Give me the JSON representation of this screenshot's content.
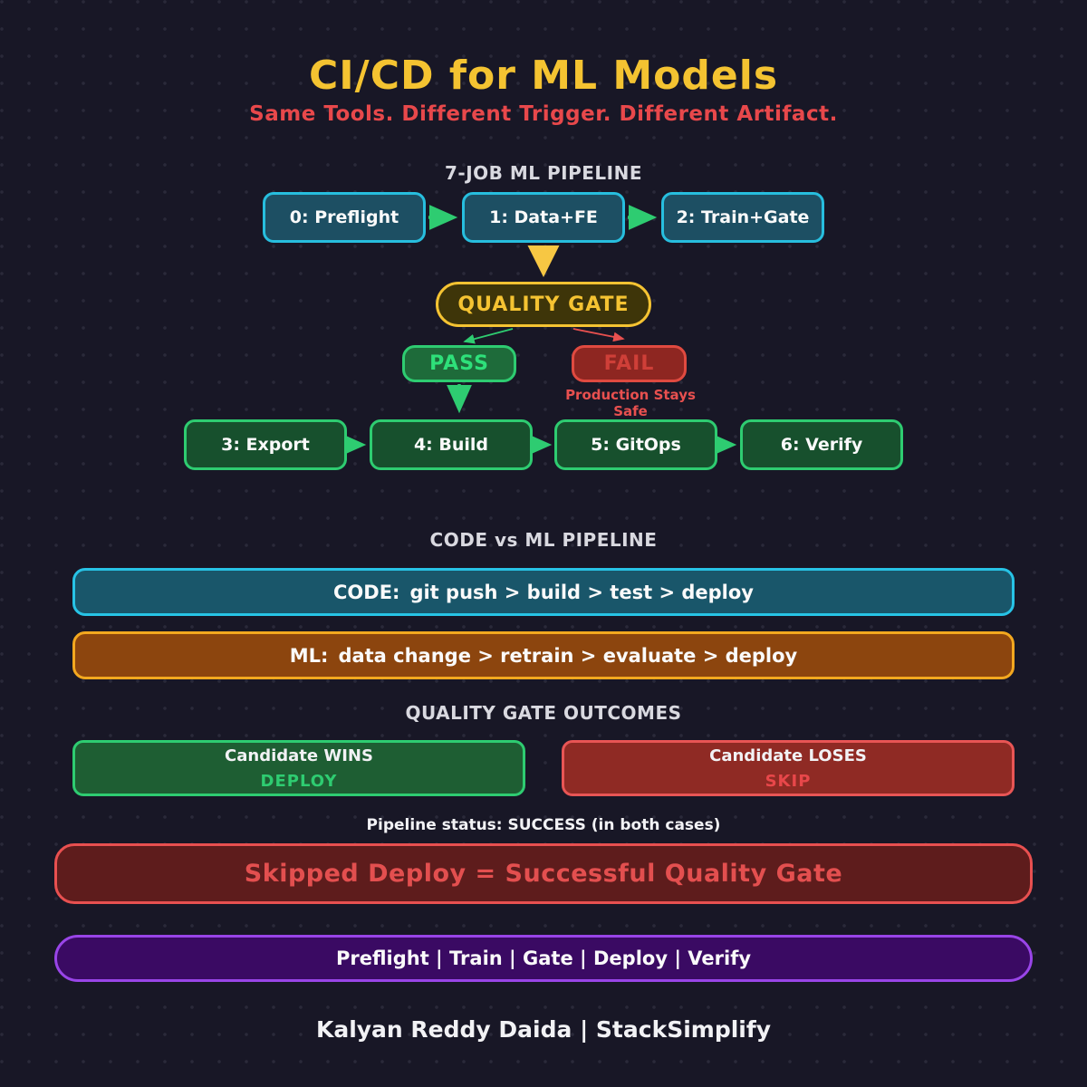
{
  "page": {
    "title": "CI/CD for ML Models",
    "subtitle": "Same Tools. Different Trigger. Different Artifact."
  },
  "pipeline": {
    "heading": "7-JOB ML PIPELINE",
    "top_jobs": [
      {
        "label": "0: Preflight"
      },
      {
        "label": "1: Data+FE"
      },
      {
        "label": "2: Train+Gate"
      }
    ],
    "gate": {
      "label": "QUALITY GATE"
    },
    "pass": {
      "label": "PASS"
    },
    "fail": {
      "label": "FAIL",
      "note": "Production Stays Safe"
    },
    "bottom_jobs": [
      {
        "label": "3: Export"
      },
      {
        "label": "4: Build"
      },
      {
        "label": "5: GitOps"
      },
      {
        "label": "6: Verify"
      }
    ]
  },
  "comparison": {
    "heading": "CODE vs ML PIPELINE",
    "code": {
      "prefix": "CODE:",
      "steps": "git push > build > test > deploy"
    },
    "ml": {
      "prefix": "ML:",
      "steps": "data change > retrain > evaluate > deploy"
    }
  },
  "outcomes": {
    "heading": "QUALITY GATE OUTCOMES",
    "wins": {
      "title": "Candidate WINS",
      "action": "DEPLOY"
    },
    "loses": {
      "title": "Candidate LOSES",
      "action": "SKIP"
    },
    "status_note": "Pipeline status: SUCCESS (in both cases)",
    "banner": "Skipped Deploy = Successful Quality Gate"
  },
  "summary": {
    "stages": "Preflight  |  Train  |  Gate  |  Deploy  |  Verify"
  },
  "footer": {
    "credit": "Kalyan Reddy Daida  |  StackSimplify"
  },
  "colors": {
    "background": "#181726",
    "title_yellow": "#f4c331",
    "accent_red": "#e8484b",
    "teal_border": "#27bede",
    "green": "#2ecc71",
    "gate_yellow": "#f5c332",
    "fail_red": "#e04a40",
    "ml_orange": "#f3a81f",
    "purple_border": "#9945e8"
  }
}
